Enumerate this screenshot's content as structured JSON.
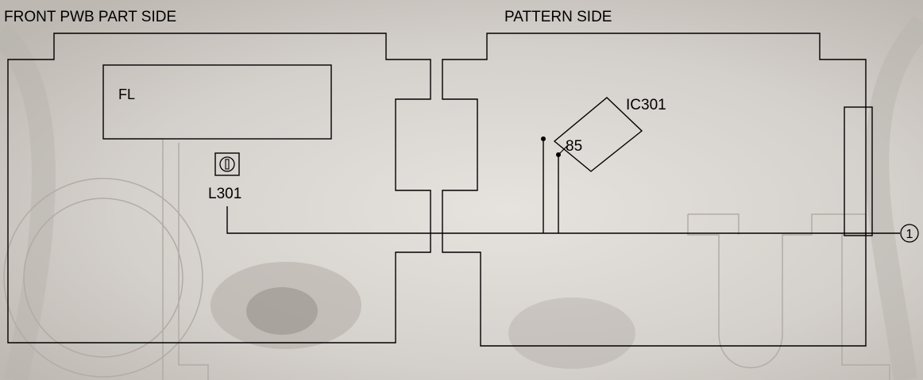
{
  "front_side": {
    "title": "FRONT PWB PART SIDE",
    "fl_label": "FL",
    "coil_label": "L301"
  },
  "pattern_side": {
    "title": "PATTERN SIDE",
    "ic_label": "IC301",
    "pin_label": "85"
  },
  "connection_marker": "①",
  "colors": {
    "line": "#000000",
    "background": "#cdc9c4",
    "watermark": "#b2aca5"
  }
}
